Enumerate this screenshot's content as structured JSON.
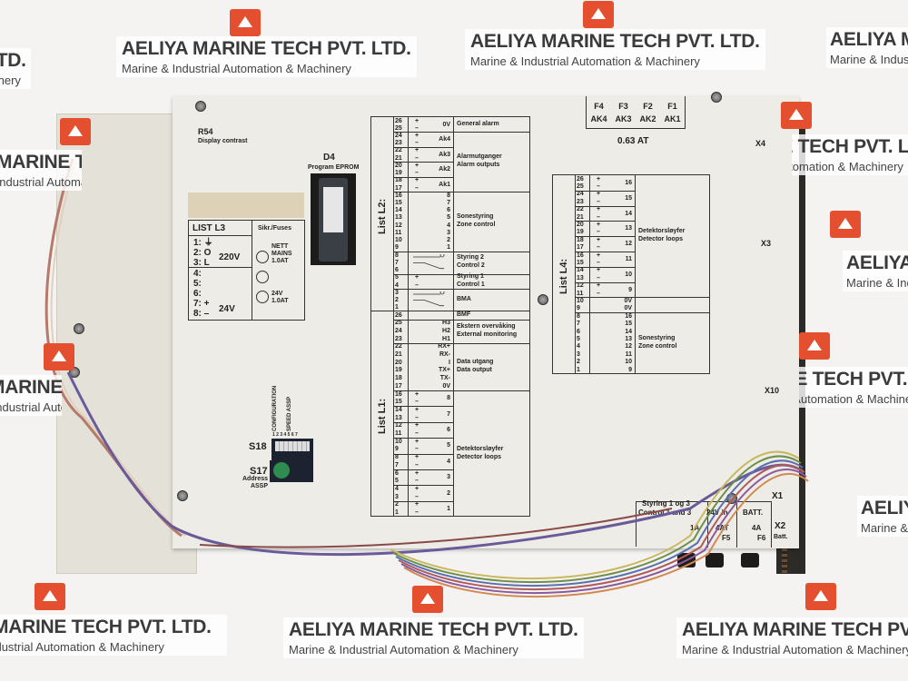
{
  "watermark": {
    "title": "AELIYA MARINE TECH PVT. LTD.",
    "subtitle": "Marine & Industrial Automation & Machinery"
  },
  "panel": {
    "r54": "R54",
    "r54_desc": "Display contrast",
    "d4": "D4",
    "d4_desc": "Program EPROM",
    "list_l3": {
      "title": "LIST L3",
      "rows": [
        "1: ⏚",
        "2: O",
        "3: L",
        "4:",
        "5:",
        "6:",
        "7: +",
        "8: –"
      ],
      "v220": "220V",
      "v24": "24V",
      "fuses_title": "Sikr./Fuses",
      "fuse1": [
        "NETT",
        "MAINS",
        "1.0AT"
      ],
      "fuse3": [
        "24V",
        "1.0AT"
      ]
    },
    "s18": "S18",
    "s17": "S17",
    "s17_desc": [
      "Address",
      "ASSP"
    ],
    "config": "CONFIGURATION",
    "speed": "SPEED ASSP",
    "dip_numbers": "1 2 3 4 5 6 7",
    "fuse_header": {
      "f": [
        "F4",
        "F3",
        "F2",
        "F1"
      ],
      "ak": [
        "AK4",
        "AK3",
        "AK2",
        "AK1"
      ],
      "rating": "0.63 AT"
    },
    "connectors": {
      "x4": "X4",
      "x3": "X3",
      "x10": "X10",
      "x1": "X1",
      "x2": "X2",
      "x2_sub": "Batt."
    },
    "bottom": {
      "line1": "Styring 1 og 3",
      "line2": "Control 1 and 3",
      "v24in": "24V in",
      "batt": "BATT.",
      "f1a": "1A",
      "f5a": "4AT",
      "f5": "F5",
      "f6a": "4A",
      "f6": "F6"
    }
  },
  "tables": {
    "l2": {
      "label": "List L2:",
      "groups": [
        {
          "rows": [
            {
              "pin": "26",
              "sign": "+"
            },
            {
              "pin": "25",
              "sign": "–"
            }
          ],
          "val": "0V"
        },
        {
          "rows": [
            {
              "pin": "24",
              "sign": "+"
            },
            {
              "pin": "23",
              "sign": "–"
            }
          ],
          "val": "Ak4"
        },
        {
          "rows": [
            {
              "pin": "22",
              "sign": "+"
            },
            {
              "pin": "21",
              "sign": "–"
            }
          ],
          "val": "Ak3"
        },
        {
          "rows": [
            {
              "pin": "20",
              "sign": "+"
            },
            {
              "pin": "19",
              "sign": "–"
            }
          ],
          "val": "Ak2"
        },
        {
          "rows": [
            {
              "pin": "18",
              "sign": "+"
            },
            {
              "pin": "17",
              "sign": "–"
            }
          ],
          "val": "Ak1"
        },
        {
          "rows": [
            {
              "pin": "16",
              "val": "8"
            },
            {
              "pin": "15",
              "val": "7"
            },
            {
              "pin": "14",
              "val": "6"
            },
            {
              "pin": "13",
              "val": "5"
            },
            {
              "pin": "12",
              "val": "4"
            },
            {
              "pin": "11",
              "val": "3"
            },
            {
              "pin": "10",
              "val": "2"
            },
            {
              "pin": "9",
              "val": "1"
            }
          ]
        },
        {
          "rows": [
            {
              "pin": "8"
            },
            {
              "pin": "7"
            },
            {
              "pin": "6"
            }
          ],
          "switch": true
        },
        {
          "rows": [
            {
              "pin": "5",
              "sign": "+"
            },
            {
              "pin": "4",
              "sign": "–"
            }
          ]
        },
        {
          "rows": [
            {
              "pin": "3"
            },
            {
              "pin": "2"
            },
            {
              "pin": "1"
            }
          ],
          "switch": true
        }
      ],
      "desc": [
        {
          "rows": 2,
          "lines": [
            "General alarm"
          ]
        },
        {
          "rows": 8,
          "lines": [
            "Alarmutganger",
            "Alarm outputs"
          ]
        },
        {
          "rows": 8,
          "lines": [
            "Sonestyring",
            "Zone control"
          ]
        },
        {
          "rows": 3,
          "lines": [
            "Styring 2",
            "Control 2"
          ]
        },
        {
          "rows": 2,
          "lines": [
            "Styring 1",
            "Control 1"
          ]
        },
        {
          "rows": 3,
          "lines": [
            "BMA"
          ]
        }
      ]
    },
    "l1": {
      "label": "List L1:",
      "groups": [
        {
          "rows": [
            {
              "pin": "26"
            }
          ]
        },
        {
          "rows": [
            {
              "pin": "25",
              "val": "H3"
            },
            {
              "pin": "24",
              "val": "H2"
            },
            {
              "pin": "23",
              "val": "H1"
            }
          ]
        },
        {
          "rows": [
            {
              "pin": "22",
              "val": "RX+"
            },
            {
              "pin": "21",
              "val": "RX-"
            },
            {
              "pin": "20",
              "val": "I"
            },
            {
              "pin": "19",
              "val": "TX+"
            },
            {
              "pin": "18",
              "val": "TX-"
            },
            {
              "pin": "17",
              "val": "0V"
            }
          ]
        },
        {
          "rows": [
            {
              "pin": "16",
              "sign": "+"
            },
            {
              "pin": "15",
              "sign": "–"
            }
          ],
          "val": "8"
        },
        {
          "rows": [
            {
              "pin": "14",
              "sign": "+"
            },
            {
              "pin": "13",
              "sign": "–"
            }
          ],
          "val": "7"
        },
        {
          "rows": [
            {
              "pin": "12",
              "sign": "+"
            },
            {
              "pin": "11",
              "sign": "–"
            }
          ],
          "val": "6"
        },
        {
          "rows": [
            {
              "pin": "10",
              "sign": "+"
            },
            {
              "pin": "9",
              "sign": "–"
            }
          ],
          "val": "5"
        },
        {
          "rows": [
            {
              "pin": "8",
              "sign": "+"
            },
            {
              "pin": "7",
              "sign": "–"
            }
          ],
          "val": "4"
        },
        {
          "rows": [
            {
              "pin": "6",
              "sign": "+"
            },
            {
              "pin": "5",
              "sign": "–"
            }
          ],
          "val": "3"
        },
        {
          "rows": [
            {
              "pin": "4",
              "sign": "+"
            },
            {
              "pin": "3",
              "sign": "–"
            }
          ],
          "val": "2"
        },
        {
          "rows": [
            {
              "pin": "2",
              "sign": "+"
            },
            {
              "pin": "1",
              "sign": "–"
            }
          ],
          "val": "1"
        }
      ],
      "desc": [
        {
          "rows": 1,
          "lines": [
            "BMF"
          ]
        },
        {
          "rows": 3,
          "lines": [
            "Ekstern overvåking",
            "External monitoring"
          ]
        },
        {
          "rows": 6,
          "lines": [
            "Data utgang",
            "Data output"
          ]
        },
        {
          "rows": 16,
          "lines": [
            "Detektorsløyfer",
            "Detector loops"
          ]
        }
      ]
    },
    "l4": {
      "label": "List L4:",
      "groups": [
        {
          "rows": [
            {
              "pin": "26",
              "sign": "+"
            },
            {
              "pin": "25",
              "sign": "–"
            }
          ],
          "val": "16"
        },
        {
          "rows": [
            {
              "pin": "24",
              "sign": "+"
            },
            {
              "pin": "23",
              "sign": "–"
            }
          ],
          "val": "15"
        },
        {
          "rows": [
            {
              "pin": "22",
              "sign": "+"
            },
            {
              "pin": "21",
              "sign": "–"
            }
          ],
          "val": "14"
        },
        {
          "rows": [
            {
              "pin": "20",
              "sign": "+"
            },
            {
              "pin": "19",
              "sign": "–"
            }
          ],
          "val": "13"
        },
        {
          "rows": [
            {
              "pin": "18",
              "sign": "+"
            },
            {
              "pin": "17",
              "sign": "–"
            }
          ],
          "val": "12"
        },
        {
          "rows": [
            {
              "pin": "16",
              "sign": "+"
            },
            {
              "pin": "15",
              "sign": "–"
            }
          ],
          "val": "11"
        },
        {
          "rows": [
            {
              "pin": "14",
              "sign": "+"
            },
            {
              "pin": "13",
              "sign": "–"
            }
          ],
          "val": "10"
        },
        {
          "rows": [
            {
              "pin": "12",
              "sign": "+"
            },
            {
              "pin": "11",
              "sign": "–"
            }
          ],
          "val": "9"
        },
        {
          "rows": [
            {
              "pin": "10",
              "val": "0V"
            },
            {
              "pin": "9",
              "val": "0V"
            }
          ]
        },
        {
          "rows": [
            {
              "pin": "8",
              "val": "16"
            },
            {
              "pin": "7",
              "val": "15"
            },
            {
              "pin": "6",
              "val": "14"
            },
            {
              "pin": "5",
              "val": "13"
            },
            {
              "pin": "4",
              "val": "12"
            },
            {
              "pin": "3",
              "val": "11"
            },
            {
              "pin": "2",
              "val": "10"
            },
            {
              "pin": "1",
              "val": "9"
            }
          ]
        }
      ],
      "desc": [
        {
          "rows": 16,
          "lines": [
            "Detektorsløyfer",
            "Detector loops"
          ]
        },
        {
          "rows": 2,
          "lines": []
        },
        {
          "rows": 8,
          "lines": [
            "Sonestyring",
            "Zone control"
          ]
        }
      ]
    }
  }
}
